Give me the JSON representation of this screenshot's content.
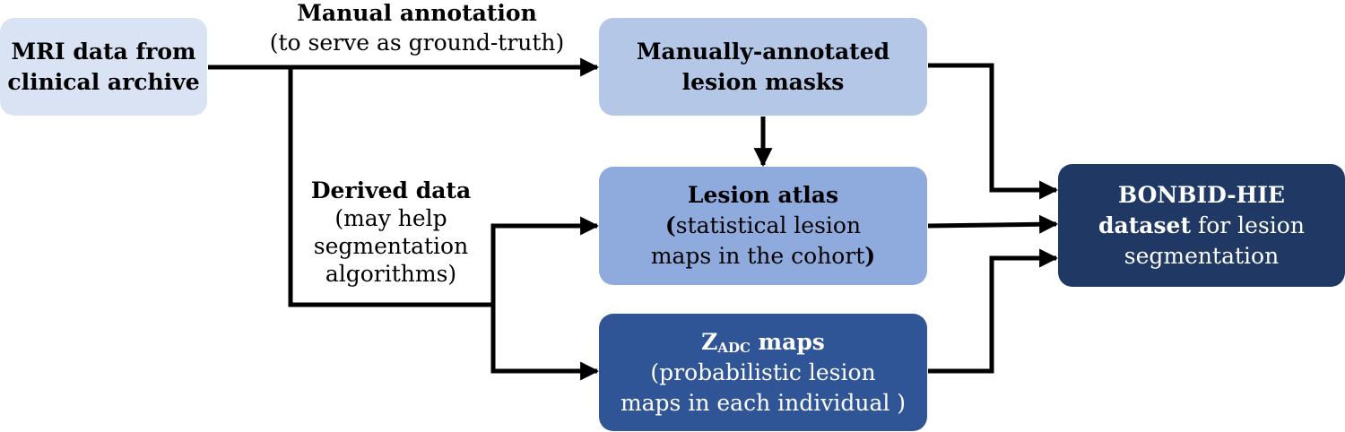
{
  "colors": {
    "source": "#dae3f3",
    "masks": "#b4c7e7",
    "atlas": "#8faadc",
    "zadc": "#2f5597",
    "dataset": "#203864",
    "line": "#000000"
  },
  "source": {
    "line1": "MRI data from",
    "line2": "clinical archive"
  },
  "manual_label": {
    "title": "Manual annotation",
    "subtitle": "(to serve as ground-truth)"
  },
  "derived_label": {
    "title": "Derived data",
    "line1": "(may help",
    "line2": "segmentation",
    "line3": "algorithms)"
  },
  "masks": {
    "line1": "Manually-annotated",
    "line2": "lesion masks"
  },
  "atlas": {
    "title": "Lesion atlas",
    "line1_open": "(",
    "line1_rest": "statistical lesion",
    "line2_rest": "maps in the cohort",
    "line2_close": ")"
  },
  "zadc": {
    "z": "Z",
    "sub": "ADC",
    "maps": "maps",
    "line1": "(probabilistic lesion",
    "line2": "maps in each individual )"
  },
  "dataset": {
    "line1": "BONBID-HIE",
    "line2_bold": "dataset",
    "line2_rest": "for lesion",
    "line3": "segmentation"
  }
}
